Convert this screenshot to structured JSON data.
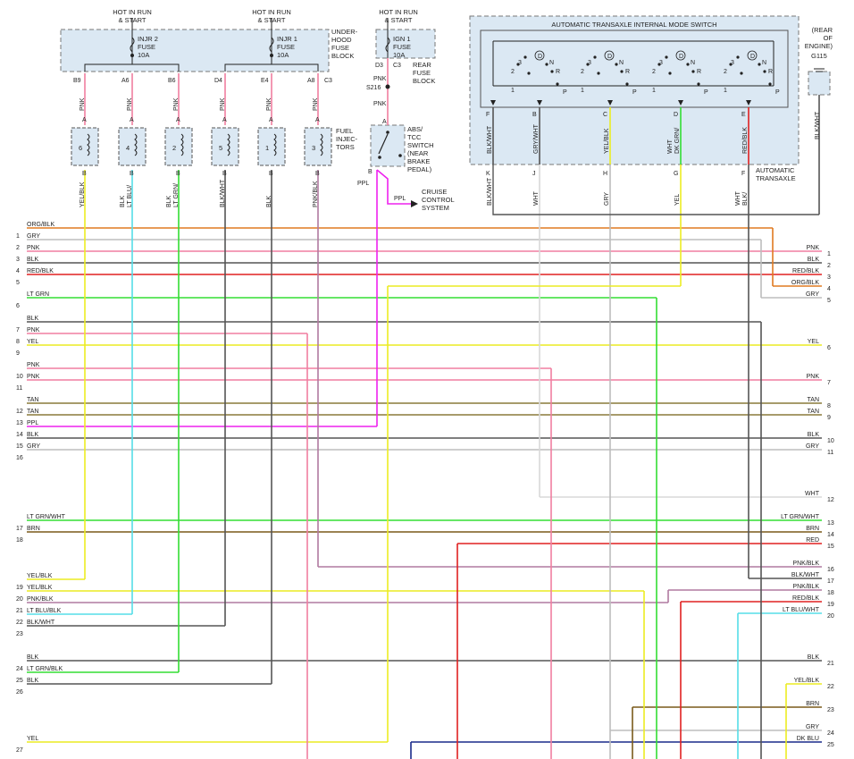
{
  "header": {
    "hot1": "HOT IN RUN\n& START",
    "hot2": "HOT IN RUN\n& START",
    "hot3": "HOT IN RUN\n& START"
  },
  "fuse_block": {
    "injr2": "INJR 2\nFUSE\n10A",
    "injr1": "INJR 1\nFUSE\n10A",
    "label": "UNDER-\nHOOD\nFUSE\nBLOCK",
    "pins": [
      "B9",
      "A6",
      "B6",
      "D4",
      "E4",
      "A8",
      "C3"
    ]
  },
  "rear_fuse": {
    "fuse": "IGN 1\nFUSE\n10A",
    "label": "REAR\nFUSE\nBLOCK",
    "pins": [
      "D3",
      "C3"
    ],
    "splice": "S216"
  },
  "injectors": {
    "label": "FUEL\nINJEC-\nTORS",
    "numbers": [
      "6",
      "4",
      "2",
      "5",
      "1",
      "3"
    ],
    "top_wires": [
      "PNK",
      "PNK",
      "PNK",
      "PNK",
      "PNK",
      "PNK"
    ],
    "bottom_wires": [
      "YEL/BLK",
      "LT BLU/\nBLK",
      "LT GRN/\nBLK",
      "BLK/WHT",
      "BLK",
      "PNK/BLK"
    ],
    "pin_a": "A",
    "pin_b": "B"
  },
  "switch": {
    "label": "ABS/\nTCC\nSWITCH\n(NEAR\nBRAKE\nPEDAL)",
    "in_wire": "PNK",
    "out_wire": "PPL",
    "out_wire2": "PPL",
    "cruise": "CRUISE\nCONTROL\nSYSTEM"
  },
  "mode_switch": {
    "title": "AUTOMATIC TRANSAXLE INTERNAL MODE SWITCH",
    "transaxle": "AUTOMATIC\nTRANSAXLE",
    "rear_engine": "(REAR\nOF\nENGINE)",
    "ground": "G115",
    "ground_wire": "BLK/WHT",
    "inner_wires": [
      "BLK/WHT",
      "GRY/WHT",
      "YEL/BLK",
      "DK GRN/\nWHT",
      "RED/BLK"
    ],
    "inner_pins": [
      "F",
      "B",
      "C",
      "D",
      "E"
    ],
    "outer_pins": [
      "K",
      "J",
      "H",
      "G",
      "F"
    ],
    "outer_wires": [
      "BLK/WHT",
      "WHT",
      "GRY",
      "YEL",
      "BLK/\nWHT"
    ]
  },
  "left_rows": [
    {
      "n": "1",
      "label": "ORG/BLK"
    },
    {
      "n": "2",
      "label": "GRY"
    },
    {
      "n": "3",
      "label": "PNK"
    },
    {
      "n": "4",
      "label": "BLK"
    },
    {
      "n": "5",
      "label": "RED/BLK"
    },
    {
      "n": "6",
      "label": "LT GRN"
    },
    {
      "n": "7",
      "label": "BLK"
    },
    {
      "n": "8",
      "label": "PNK"
    },
    {
      "n": "9",
      "label": "YEL"
    },
    {
      "n": "10",
      "label": "PNK"
    },
    {
      "n": "11",
      "label": "PNK"
    },
    {
      "n": "12",
      "label": "TAN"
    },
    {
      "n": "13",
      "label": "TAN"
    },
    {
      "n": "14",
      "label": "PPL"
    },
    {
      "n": "15",
      "label": "BLK"
    },
    {
      "n": "16",
      "label": "GRY"
    },
    {
      "n": "17",
      "label": "LT GRN/WHT"
    },
    {
      "n": "18",
      "label": "BRN"
    },
    {
      "n": "19",
      "label": "YEL/BLK"
    },
    {
      "n": "20",
      "label": "YEL/BLK"
    },
    {
      "n": "21",
      "label": "PNK/BLK"
    },
    {
      "n": "22",
      "label": "LT BLU/BLK"
    },
    {
      "n": "23",
      "label": "BLK/WHT"
    },
    {
      "n": "24",
      "label": "BLK"
    },
    {
      "n": "25",
      "label": "LT GRN/BLK"
    },
    {
      "n": "26",
      "label": "BLK"
    },
    {
      "n": "27",
      "label": "YEL"
    }
  ],
  "right_rows": [
    {
      "n": "1",
      "label": "PNK"
    },
    {
      "n": "2",
      "label": "BLK"
    },
    {
      "n": "3",
      "label": "RED/BLK"
    },
    {
      "n": "4",
      "label": "ORG/BLK"
    },
    {
      "n": "5",
      "label": "GRY"
    },
    {
      "n": "6",
      "label": "YEL"
    },
    {
      "n": "7",
      "label": "PNK"
    },
    {
      "n": "8",
      "label": "TAN"
    },
    {
      "n": "9",
      "label": "TAN"
    },
    {
      "n": "10",
      "label": "BLK"
    },
    {
      "n": "11",
      "label": "GRY"
    },
    {
      "n": "12",
      "label": "WHT"
    },
    {
      "n": "13",
      "label": "LT GRN/WHT"
    },
    {
      "n": "14",
      "label": "BRN"
    },
    {
      "n": "15",
      "label": "RED"
    },
    {
      "n": "16",
      "label": "PNK/BLK"
    },
    {
      "n": "17",
      "label": "BLK/WHT"
    },
    {
      "n": "18",
      "label": "PNK/BLK"
    },
    {
      "n": "19",
      "label": "RED/BLK"
    },
    {
      "n": "20",
      "label": "LT BLU/WHT"
    },
    {
      "n": "21",
      "label": "BLK"
    },
    {
      "n": "22",
      "label": "YEL/BLK"
    },
    {
      "n": "23",
      "label": "BRN"
    },
    {
      "n": "24",
      "label": "GRY"
    },
    {
      "n": "25",
      "label": "DK BLU"
    }
  ],
  "colors": {
    "ORG": "#e07a20",
    "GRY": "#bdbdbd",
    "PNK": "#f07fa0",
    "BLK": "#555555",
    "RED": "#e02020",
    "LTGRN": "#33dd33",
    "YEL": "#ecec22",
    "TAN": "#8a7a3a",
    "PPL": "#ee22ee",
    "BRN": "#7a5a1a",
    "LTBLU": "#55dde8",
    "DKBLU": "#1a2a8a",
    "WHT": "#d8d8d8",
    "PNKBLK": "#b07aa0"
  }
}
